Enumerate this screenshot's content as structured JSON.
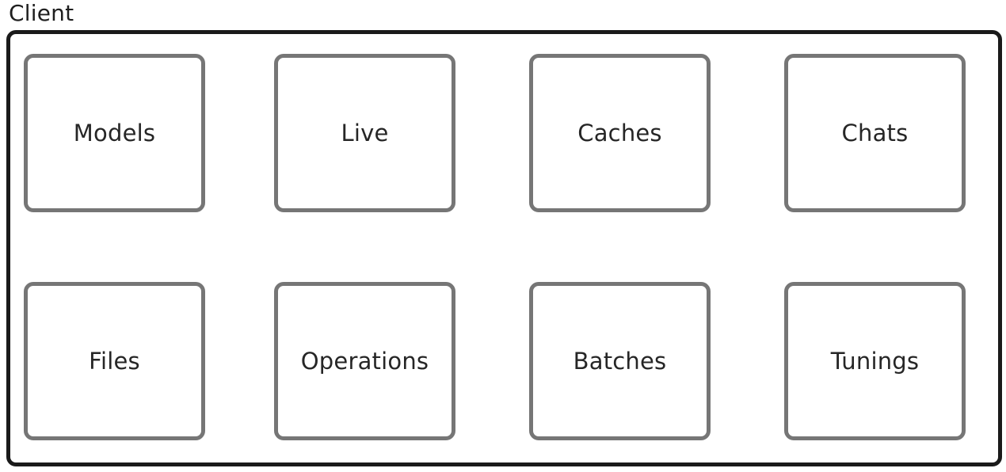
{
  "client": {
    "title": "Client",
    "modules": [
      {
        "label": "Models"
      },
      {
        "label": "Live"
      },
      {
        "label": "Caches"
      },
      {
        "label": "Chats"
      },
      {
        "label": "Files"
      },
      {
        "label": "Operations"
      },
      {
        "label": "Batches"
      },
      {
        "label": "Tunings"
      }
    ]
  }
}
